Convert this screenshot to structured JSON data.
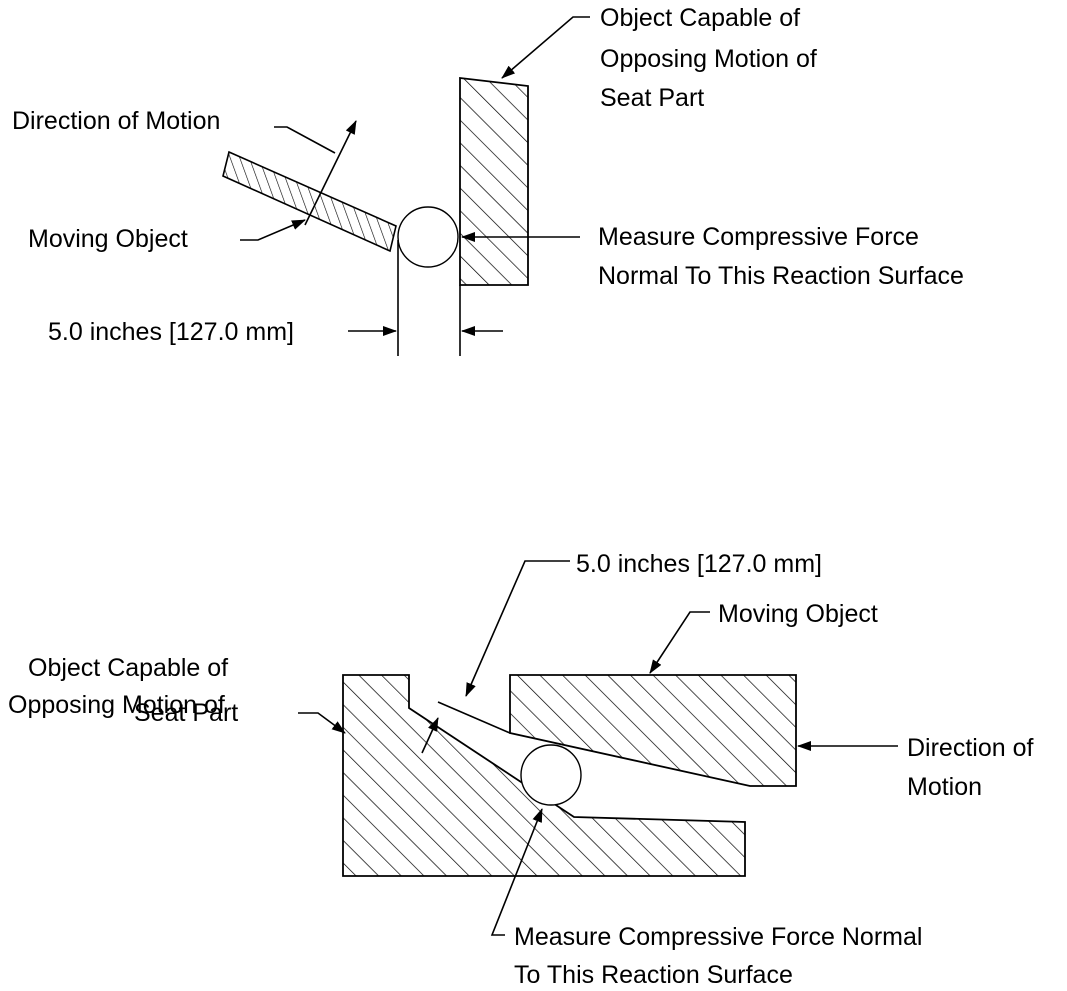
{
  "top_figure": {
    "label_object_line1": "Object Capable of",
    "label_object_line2": "Opposing Motion of",
    "label_object_line3": "Seat Part",
    "label_direction": "Direction of Motion",
    "label_moving": "Moving Object",
    "label_measure_line1": "Measure Compressive Force",
    "label_measure_line2": "Normal To This Reaction Surface",
    "label_dimension": "5.0 inches [127.0 mm]"
  },
  "bottom_figure": {
    "label_dimension": "5.0 inches [127.0 mm]",
    "label_moving": "Moving Object",
    "label_object_line1": "Object Capable of",
    "label_object_line2": "Opposing Motion of",
    "label_object_line3": "Seat Part",
    "label_direction_line1": "Direction of",
    "label_direction_line2": "Motion",
    "label_measure_line1": "Measure Compressive Force Normal",
    "label_measure_line2": "To This Reaction Surface"
  }
}
